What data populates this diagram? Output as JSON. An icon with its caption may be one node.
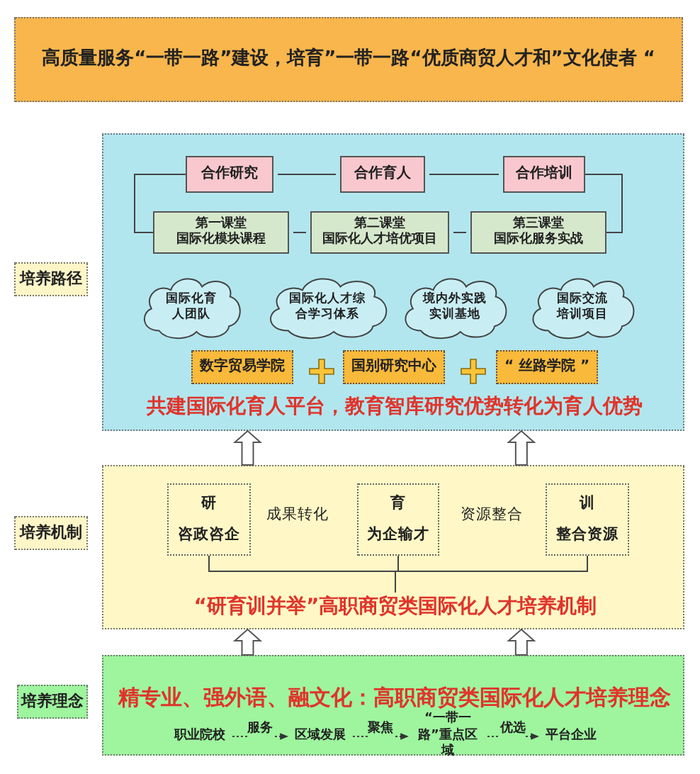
{
  "diagram": {
    "nodes": [
      {
        "text": [
          "高质量服务“一带一路”建设，培育”一带一路“优质商贸人才和”文化使者 “"
        ]
      },
      {
        "text": [
          "培养路径"
        ]
      },
      {
        "text": [
          "共建国际化育人平台，教育智库研究优势转化为育人优势"
        ]
      },
      {
        "text": [
          "合作研究"
        ],
        "in": 2
      },
      {
        "text": [
          "合作育人"
        ],
        "in": 2
      },
      {
        "text": [
          "合作培训"
        ],
        "in": 2
      },
      {
        "text": [
          "第一课堂",
          "国际化模块课程"
        ],
        "in": 2
      },
      {
        "text": [
          "第二课堂",
          "国际化人才培优项目"
        ],
        "in": 2
      },
      {
        "text": [
          "第三课堂",
          "国际化服务实战"
        ],
        "in": 2
      },
      {
        "text": [
          "国际化育人团队"
        ],
        "in": 2
      },
      {
        "text": [
          "国际化人才综合学习体系"
        ],
        "in": 2
      },
      {
        "text": [
          "境内外实践实训基地"
        ],
        "in": 2
      },
      {
        "text": [
          "国际交流培训项目"
        ],
        "in": 2
      },
      {
        "text": [
          "数字贸易学院"
        ],
        "in": 2
      },
      {
        "text": [
          "国别研究中心"
        ],
        "in": 2
      },
      {
        "text": [
          "“ 丝路学院 ”"
        ],
        "in": 2
      },
      {
        "text": [
          "培养机制"
        ]
      },
      {
        "text": [],
        "shape": "box"
      },
      {
        "text": [
          "研",
          "咨政咨企"
        ],
        "in": 17
      },
      {
        "text": [
          "育",
          "为企输才"
        ],
        "in": 17
      },
      {
        "text": [
          "训",
          "整合资源"
        ],
        "in": 17
      },
      {
        "text": [
          "“研育训并举”高职商贸类国际化人才培养机制"
        ],
        "in": 17
      },
      {
        "text": [
          "培养理念"
        ]
      },
      {
        "text": [
          "精专业、强外语、融文化：高职商贸类国际化人才培养理念"
        ]
      },
      {
        "text": [
          "职业院校"
        ],
        "in": 23
      },
      {
        "text": [
          "区域发展"
        ],
        "in": 23
      },
      {
        "text": [
          "“一带一路”重点区域"
        ],
        "in": 23
      },
      {
        "text": [
          "平台企业"
        ],
        "in": 23
      }
    ],
    "edges": [
      {
        "from": 3,
        "to": 4,
        "arrow": "none"
      },
      {
        "from": 4,
        "to": 5,
        "arrow": "none"
      },
      {
        "from": 3,
        "to": 6,
        "arrow": "none"
      },
      {
        "from": 5,
        "to": 8,
        "arrow": "none"
      },
      {
        "from": 6,
        "to": 7,
        "arrow": "none"
      },
      {
        "from": 7,
        "to": 8,
        "arrow": "none"
      },
      {
        "from": 18,
        "to": 21,
        "arrow": "none"
      },
      {
        "from": 19,
        "to": 21,
        "arrow": "none"
      },
      {
        "from": 20,
        "to": 21,
        "arrow": "none"
      },
      {
        "from": 17,
        "to": 2,
        "arrow": "to",
        "style": "thick"
      },
      {
        "from": 17,
        "to": 2,
        "arrow": "to",
        "style": "thick"
      },
      {
        "from": 23,
        "to": 17,
        "arrow": "to",
        "style": "thick"
      },
      {
        "from": 23,
        "to": 17,
        "arrow": "to",
        "style": "thick"
      },
      {
        "from": 24,
        "to": 25,
        "arrow": "to",
        "style": "dashed",
        "label": "服务"
      },
      {
        "from": 25,
        "to": 26,
        "arrow": "to",
        "style": "dashed",
        "label": "聚焦"
      },
      {
        "from": 26,
        "to": 27,
        "arrow": "to",
        "style": "dashed",
        "label": "优选"
      }
    ],
    "labels": [
      "成果转化",
      "资源整合"
    ]
  }
}
